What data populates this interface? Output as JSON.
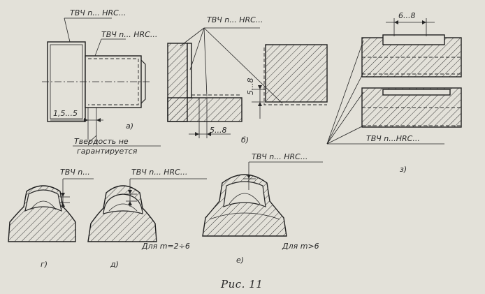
{
  "labels": {
    "a_top": "ТВЧ n... HRC...",
    "a_mid": "ТВЧ n... HRC...",
    "a_dim": "1,5...5",
    "a_note_1": "Твердость не",
    "a_note_2": "гарантируется",
    "b_top": "ТВЧ n... HRC...",
    "b_dim_v": "5...8",
    "b_dim_h": "5...8",
    "z_dim": "6...8",
    "z_bottom": "ТВЧ n...HRC...",
    "g_top": "ТВЧ n...",
    "d_top": "ТВЧ n... HRC...",
    "e_top": "ТВЧ n... HRC...",
    "d_note": "Для m=2÷6",
    "e_note": "Для m>6"
  },
  "sublabels": {
    "a": "a)",
    "b": "б)",
    "z": "з)",
    "g": "г)",
    "d": "д)",
    "e": "е)"
  },
  "caption": "Рис. 11"
}
